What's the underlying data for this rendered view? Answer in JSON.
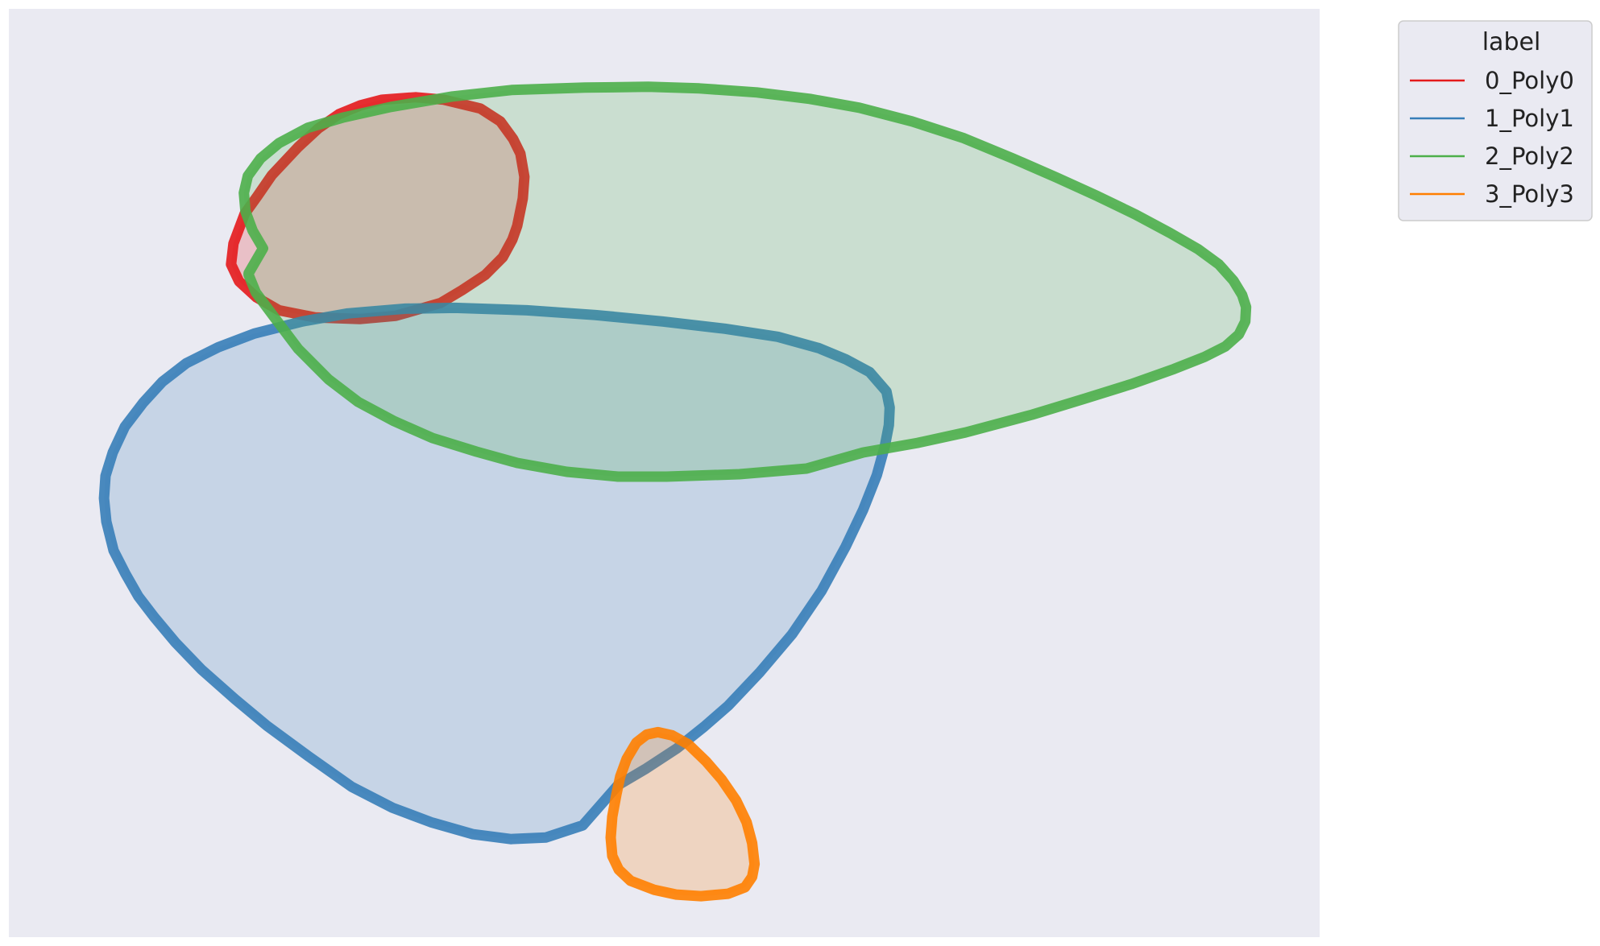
{
  "chart_data": {
    "type": "area",
    "title": "",
    "xlabel": "",
    "ylabel": "",
    "grid": false,
    "axes_visible": false,
    "x_range": [
      0,
      1640
    ],
    "y_range": [
      0,
      1155
    ],
    "colors": {
      "background": "#eaeaf2",
      "legend_frame": "#cccccc"
    },
    "legend": {
      "title": "label",
      "placement": "outside-top-right",
      "entries": [
        "0_Poly0",
        "1_Poly1",
        "2_Poly2",
        "3_Poly3"
      ]
    },
    "series": [
      {
        "name": "0_Poly0",
        "color": "#e41a1c",
        "fill_opacity": 0.2,
        "points": [
          [
            509,
            110
          ],
          [
            544,
            113
          ],
          [
            590,
            124
          ],
          [
            615,
            140
          ],
          [
            631,
            162
          ],
          [
            640,
            180
          ],
          [
            645,
            209
          ],
          [
            643,
            236
          ],
          [
            636,
            270
          ],
          [
            630,
            287
          ],
          [
            618,
            309
          ],
          [
            596,
            331
          ],
          [
            567,
            350
          ],
          [
            540,
            366
          ],
          [
            484,
            382
          ],
          [
            439,
            386
          ],
          [
            383,
            384
          ],
          [
            338,
            375
          ],
          [
            310,
            359
          ],
          [
            288,
            339
          ],
          [
            278,
            318
          ],
          [
            281,
            292
          ],
          [
            295,
            255
          ],
          [
            311,
            233
          ],
          [
            329,
            207
          ],
          [
            362,
            172
          ],
          [
            387,
            149
          ],
          [
            413,
            131
          ],
          [
            440,
            120
          ],
          [
            467,
            113
          ]
        ]
      },
      {
        "name": "1_Poly1",
        "color": "#377eb8",
        "fill_opacity": 0.2,
        "points": [
          [
            496,
            373
          ],
          [
            558,
            372
          ],
          [
            648,
            375
          ],
          [
            734,
            381
          ],
          [
            818,
            389
          ],
          [
            896,
            398
          ],
          [
            962,
            408
          ],
          [
            1013,
            422
          ],
          [
            1047,
            436
          ],
          [
            1077,
            452
          ],
          [
            1098,
            476
          ],
          [
            1102,
            496
          ],
          [
            1101,
            518
          ],
          [
            1096,
            544
          ],
          [
            1086,
            580
          ],
          [
            1069,
            623
          ],
          [
            1047,
            669
          ],
          [
            1017,
            724
          ],
          [
            980,
            778
          ],
          [
            940,
            825
          ],
          [
            900,
            867
          ],
          [
            870,
            893
          ],
          [
            836,
            920
          ],
          [
            796,
            946
          ],
          [
            762,
            966
          ],
          [
            718,
            1016
          ],
          [
            672,
            1031
          ],
          [
            628,
            1033
          ],
          [
            581,
            1027
          ],
          [
            528,
            1012
          ],
          [
            480,
            994
          ],
          [
            429,
            968
          ],
          [
            375,
            930
          ],
          [
            323,
            892
          ],
          [
            283,
            859
          ],
          [
            241,
            822
          ],
          [
            208,
            788
          ],
          [
            182,
            757
          ],
          [
            162,
            731
          ],
          [
            146,
            703
          ],
          [
            131,
            674
          ],
          [
            122,
            638
          ],
          [
            119,
            609
          ],
          [
            121,
            581
          ],
          [
            130,
            552
          ],
          [
            145,
            520
          ],
          [
            168,
            490
          ],
          [
            192,
            464
          ],
          [
            222,
            441
          ],
          [
            262,
            421
          ],
          [
            307,
            404
          ],
          [
            367,
            389
          ],
          [
            424,
            379
          ]
        ]
      },
      {
        "name": "2_Poly2",
        "color": "#4daf4a",
        "fill_opacity": 0.2,
        "points": [
          [
            800,
            97
          ],
          [
            864,
            99
          ],
          [
            936,
            104
          ],
          [
            1002,
            112
          ],
          [
            1064,
            123
          ],
          [
            1130,
            140
          ],
          [
            1195,
            161
          ],
          [
            1256,
            186
          ],
          [
            1311,
            210
          ],
          [
            1362,
            233
          ],
          [
            1410,
            256
          ],
          [
            1453,
            279
          ],
          [
            1488,
            299
          ],
          [
            1514,
            318
          ],
          [
            1532,
            338
          ],
          [
            1543,
            356
          ],
          [
            1548,
            371
          ],
          [
            1547,
            389
          ],
          [
            1539,
            405
          ],
          [
            1522,
            420
          ],
          [
            1496,
            433
          ],
          [
            1458,
            448
          ],
          [
            1404,
            467
          ],
          [
            1346,
            485
          ],
          [
            1280,
            505
          ],
          [
            1197,
            527
          ],
          [
            1137,
            540
          ],
          [
            1069,
            552
          ],
          [
            998,
            572
          ],
          [
            914,
            579
          ],
          [
            823,
            582
          ],
          [
            762,
            582
          ],
          [
            698,
            576
          ],
          [
            636,
            565
          ],
          [
            585,
            551
          ],
          [
            530,
            534
          ],
          [
            482,
            513
          ],
          [
            437,
            489
          ],
          [
            400,
            461
          ],
          [
            362,
            423
          ],
          [
            330,
            381
          ],
          [
            309,
            353
          ],
          [
            300,
            331
          ],
          [
            300,
            329
          ],
          [
            318,
            298
          ],
          [
            305,
            276
          ],
          [
            296,
            252
          ],
          [
            294,
            229
          ],
          [
            299,
            208
          ],
          [
            315,
            186
          ],
          [
            338,
            167
          ],
          [
            374,
            148
          ],
          [
            419,
            135
          ],
          [
            478,
            122
          ],
          [
            555,
            109
          ],
          [
            629,
            101
          ],
          [
            721,
            98
          ]
        ]
      },
      {
        "name": "3_Poly3",
        "color": "#ff7f00",
        "fill_opacity": 0.2,
        "points": [
          [
            812,
            900
          ],
          [
            830,
            904
          ],
          [
            850,
            915
          ],
          [
            872,
            936
          ],
          [
            892,
            959
          ],
          [
            910,
            985
          ],
          [
            923,
            1012
          ],
          [
            930,
            1038
          ],
          [
            933,
            1064
          ],
          [
            930,
            1080
          ],
          [
            921,
            1093
          ],
          [
            900,
            1101
          ],
          [
            866,
            1104
          ],
          [
            835,
            1102
          ],
          [
            807,
            1096
          ],
          [
            778,
            1085
          ],
          [
            763,
            1071
          ],
          [
            755,
            1054
          ],
          [
            753,
            1031
          ],
          [
            755,
            1005
          ],
          [
            760,
            978
          ],
          [
            765,
            955
          ],
          [
            773,
            933
          ],
          [
            785,
            913
          ],
          [
            798,
            903
          ]
        ]
      }
    ]
  }
}
